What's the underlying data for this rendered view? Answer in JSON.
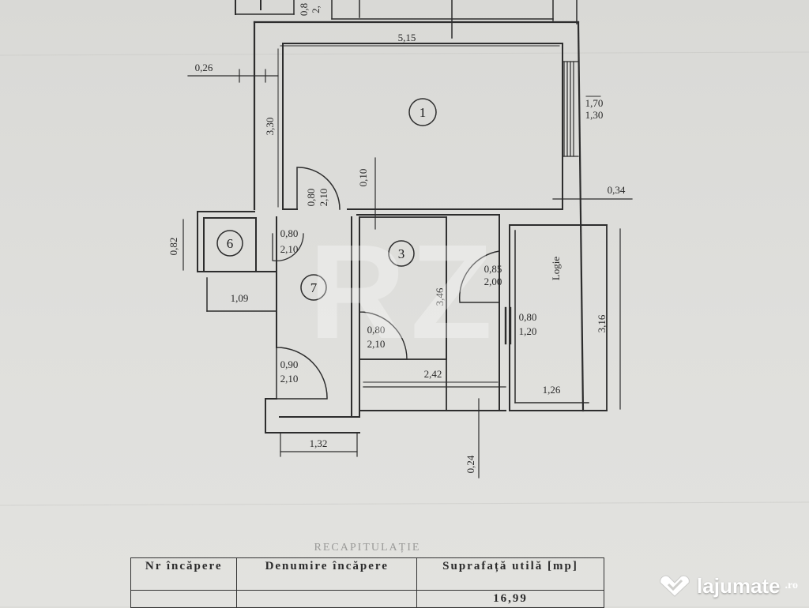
{
  "plan": {
    "rooms": [
      {
        "id": "1",
        "label": "1"
      },
      {
        "id": "3",
        "label": "3"
      },
      {
        "id": "6",
        "label": "6"
      },
      {
        "id": "7",
        "label": "7"
      }
    ],
    "logia_label": "Logie",
    "dimensions": {
      "room1_width": "5,15",
      "room1_height": "3,30",
      "wall_left": "0,26",
      "wall_right": "0,34",
      "partition": "0,10",
      "window_a": "1,70",
      "window_b": "1,30",
      "door1_w": "0,80",
      "door1_h": "2,10",
      "room6_height": "0,82",
      "room6_width": "1,09",
      "door6_w": "0,80",
      "door6_h": "2,10",
      "room3_height": "3,46",
      "room3_width": "2,42",
      "door3_w": "0,80",
      "door3_h": "2,10",
      "door_kitchen_w": "0,85",
      "door_kitchen_h": "2,00",
      "door_logia_w": "0,80",
      "door_logia_h": "1,20",
      "logia_height": "3,16",
      "logia_width": "1,26",
      "entry_door_w": "0,90",
      "entry_door_h": "2,10",
      "entry_width": "1,32",
      "wall_bottom": "0,24",
      "top_cut_a": "0,8",
      "top_cut_b": "2,"
    }
  },
  "watermark": "RZ",
  "table": {
    "title": "RECAPITULAȚIE",
    "headers": [
      "Nr încăpere",
      "Denumire încăpere",
      "Suprafață utilă [mp]"
    ],
    "first_value": "16,99"
  },
  "logo": {
    "text": "lajumate",
    "suffix": ".ro"
  },
  "colors": {
    "paper": "#dcdcd8",
    "ink": "#2a2a2a",
    "logo": "#ffffff"
  }
}
